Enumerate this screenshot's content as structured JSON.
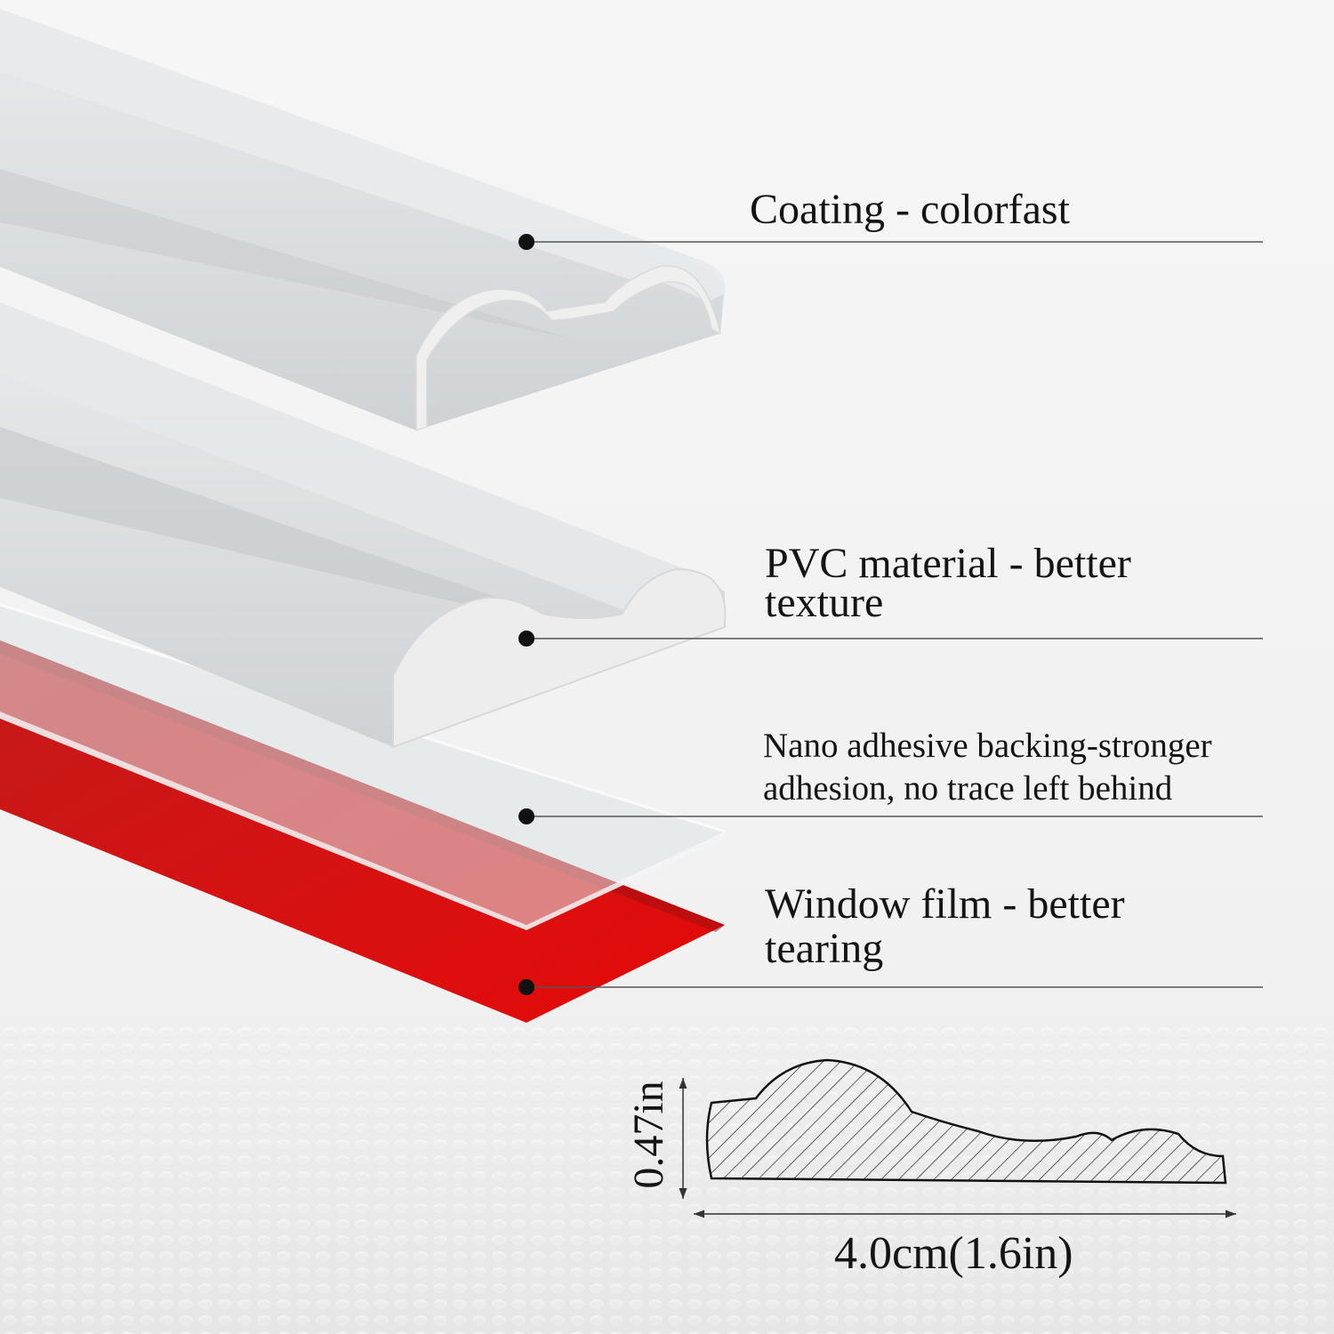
{
  "layers": [
    {
      "id": "coating",
      "lines": [
        "Coating - colorfast"
      ]
    },
    {
      "id": "pvc",
      "lines": [
        "PVC material - better",
        "texture"
      ]
    },
    {
      "id": "nano",
      "lines": [
        "Nano adhesive backing-stronger",
        "adhesion, no trace left behind"
      ]
    },
    {
      "id": "film",
      "lines": [
        "Window film - better",
        "tearing"
      ]
    }
  ],
  "dimensions": {
    "height": "0.47in",
    "width": "4.0cm(1.6in)"
  },
  "colors": {
    "background": "#f4f4f4",
    "strip": "#d3d5d7",
    "strip_light": "#e4e6e8",
    "strip_face": "#eeeeee",
    "film_red": "#e10a0a",
    "film_red_dark": "#b81414",
    "adhesive": "#dfe3e6",
    "leader_line": "#555555",
    "text": "#141414"
  }
}
